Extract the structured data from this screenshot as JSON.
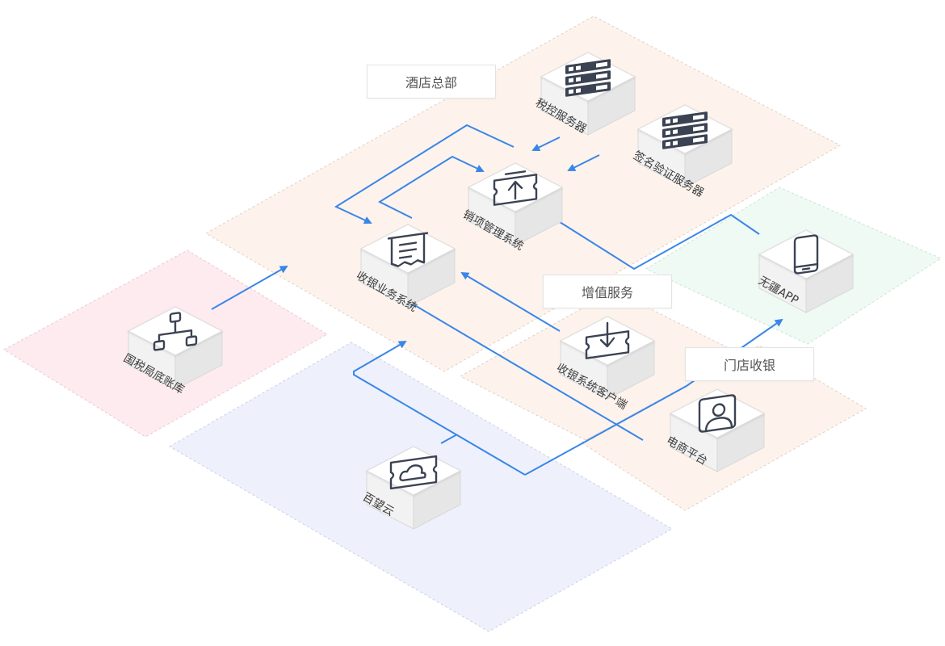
{
  "zones": {
    "hotel_hq": {
      "label": "酒店总部",
      "color": "#fdf3ec"
    },
    "value_added": {
      "label": "增值服务",
      "color": "#fdf3ec"
    },
    "store_pos": {
      "label": "门店收银",
      "color": "#fdf3ec"
    },
    "wuxiang": {
      "color": "#eefaf3"
    },
    "tax_bureau": {
      "color": "#fdebf0"
    },
    "baiwang": {
      "color": "#eef1fb"
    }
  },
  "nodes": {
    "tax_server": {
      "label": "税控服务器",
      "icon": "server-icon"
    },
    "sign_server": {
      "label": "签名验证服务器",
      "icon": "server-icon"
    },
    "sales_mgmt": {
      "label": "销项管理系统",
      "icon": "invoice-upload-icon"
    },
    "pos_business": {
      "label": "收银业务系统",
      "icon": "receipt-icon"
    },
    "tax_ledger": {
      "label": "国税局底账库",
      "icon": "network-icon"
    },
    "pos_client": {
      "label": "收银系统客户端",
      "icon": "invoice-download-icon"
    },
    "wuxiang_app": {
      "label": "无疆APP",
      "icon": "phone-icon"
    },
    "ecommerce": {
      "label": "电商平台",
      "icon": "user-card-icon"
    },
    "baiwang_cloud": {
      "label": "百望云",
      "icon": "cloud-ticket-icon"
    }
  },
  "colors": {
    "arrow": "#3a86e8",
    "box_top": "#ffffff",
    "box_left": "#f2f2f2",
    "box_right": "#e6e6e6",
    "icon": "#3b4252"
  }
}
